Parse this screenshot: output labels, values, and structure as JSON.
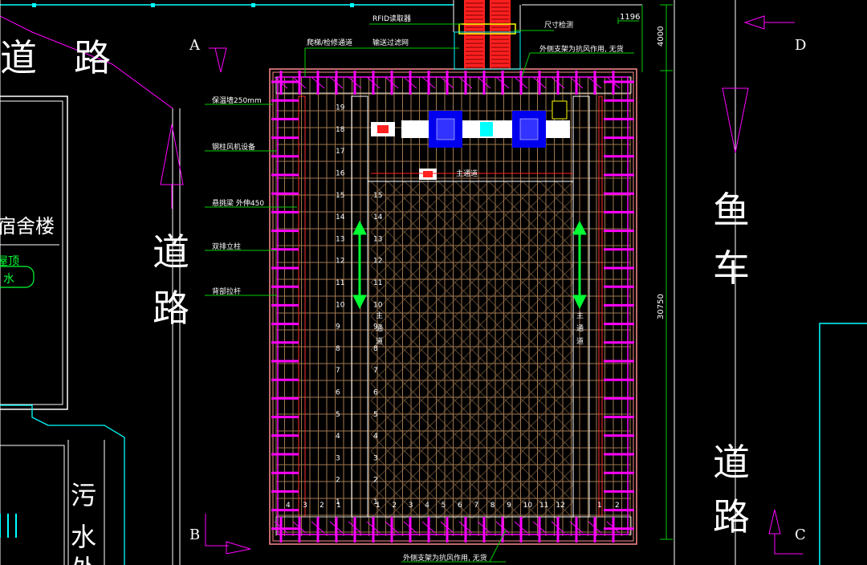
{
  "roads": {
    "top_left": "道　路",
    "middle_left": [
      "道",
      "路"
    ],
    "right_fish": [
      "鱼",
      "车"
    ],
    "right_lower": [
      "道",
      "路"
    ]
  },
  "buildings": {
    "dormitory": "宿舍楼",
    "dorm_sub1": "屋顶",
    "dorm_sub2": "水",
    "sewage": [
      "污",
      "水",
      "处"
    ]
  },
  "axis_labels": [
    "A",
    "B",
    "C",
    "D"
  ],
  "left_callouts": [
    "保温墙250mm",
    "钢柱风机设备",
    "悬挑梁 外伸450",
    "双排立柱",
    "背部拉杆"
  ],
  "top_callouts": [
    "爬梯/检修通道",
    "RFID读取器",
    "输送过滤网",
    "尺寸检测",
    "外侧支架为抗风作用, 无货"
  ],
  "bottom_callout": "外侧支架为抗风作用, 无货",
  "dimensions": {
    "top": "1196",
    "vertical1": "4000",
    "vertical2": "30750"
  },
  "main_aisle": "主通道",
  "aisle_vertical": [
    "主",
    "通",
    "道"
  ],
  "row_numbers_left": [
    "1",
    "2",
    "3",
    "4",
    "5",
    "6",
    "7",
    "8",
    "9",
    "10",
    "11",
    "12",
    "13",
    "14",
    "15",
    "16",
    "17",
    "18",
    "19"
  ],
  "row_numbers_inner": [
    "1",
    "2",
    "3",
    "4",
    "5",
    "6",
    "7",
    "8",
    "9",
    "10",
    "11",
    "12",
    "13",
    "14",
    "15"
  ],
  "col_numbers_bottom": [
    "1",
    "2",
    "3",
    "4",
    "5",
    "6",
    "7",
    "8",
    "9",
    "10",
    "11",
    "12"
  ],
  "col_numbers_left": [
    "4",
    "3",
    "2",
    "1"
  ],
  "col_numbers_right": [
    "1",
    "2"
  ],
  "colors": {
    "magenta": "#ff00ff",
    "green": "#00cc00",
    "cyan": "#00ffff",
    "brown_grid": "#a07850",
    "blue_station": "#0000ee",
    "red": "#ff2020",
    "yellow": "#ffff00",
    "arrow_green": "#00ff33"
  }
}
